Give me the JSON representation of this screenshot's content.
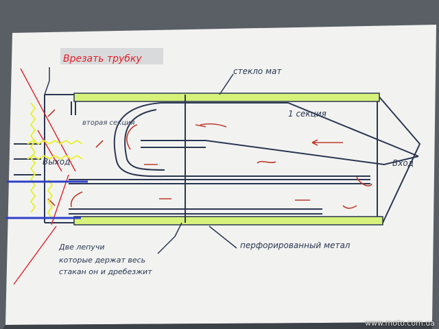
{
  "labels": {
    "cut_in_tube": "Врезать трубку",
    "fiberglass_mat": "стекло мат",
    "second_section": "вторая секция",
    "first_section": "1 секция",
    "outlet": "Выход",
    "inlet": "Вход",
    "two_tabs_line1": "Две лепучи",
    "two_tabs_line2": "которые держат весь",
    "two_tabs_line3": "стакан он и дребезжит",
    "perforated_metal": "перфорированный метал"
  },
  "watermark": "www.moto.com.ua",
  "colors": {
    "paper": "#f4f5f3",
    "outline": "#2a3550",
    "mat_fill": "#d7f27a",
    "flow_arrow": "#c0392b",
    "annotation_red": "#e0202a",
    "wiggle_yellow": "#e8f03a",
    "blue_bar": "#3040c8"
  }
}
